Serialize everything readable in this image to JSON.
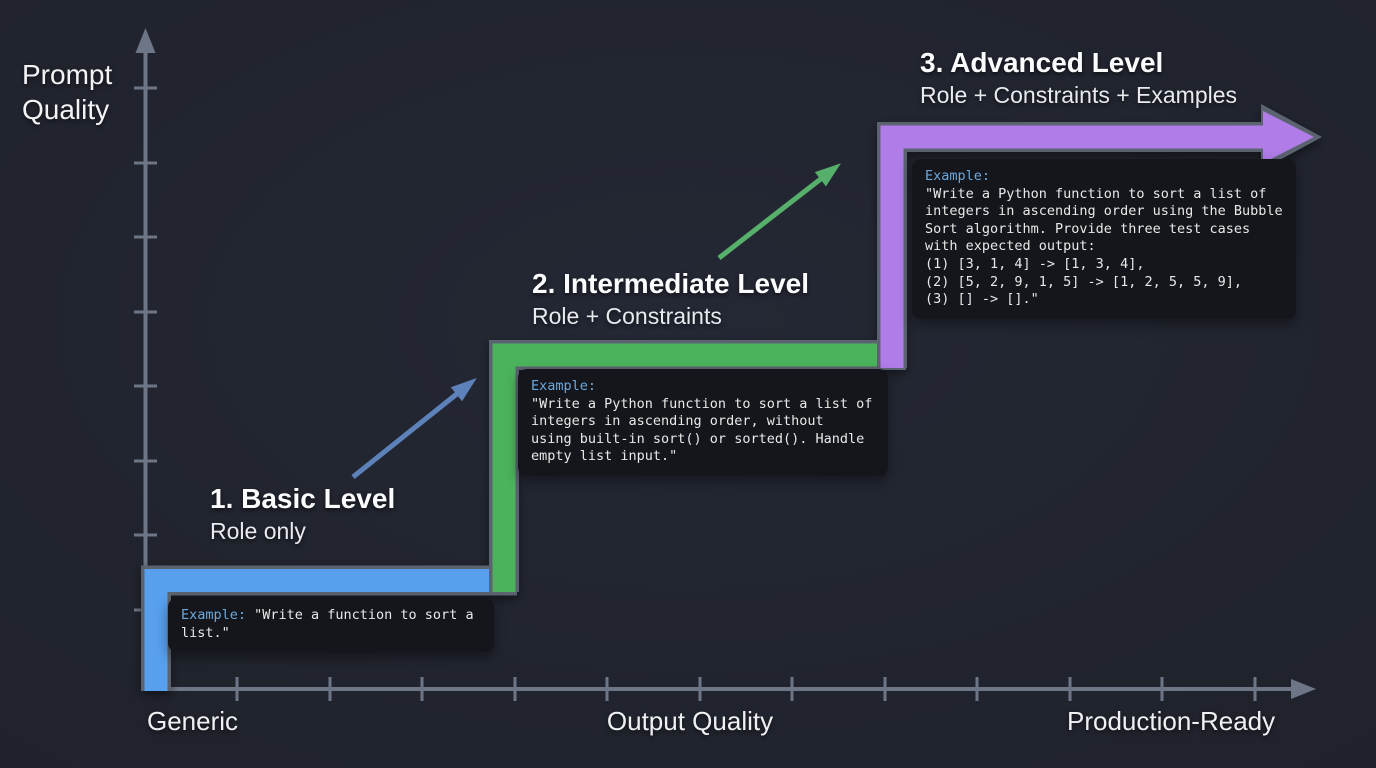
{
  "y_axis": {
    "label": "Prompt\nQuality"
  },
  "x_axis": {
    "label_left": "Generic",
    "label_center": "Output Quality",
    "label_right": "Production-Ready"
  },
  "levels": [
    {
      "title": "1. Basic Level",
      "subtitle": "Role only",
      "example_label": "Example:",
      "example_text": "\"Write a function to sort a\nlist.\"",
      "color": "#58a0ed"
    },
    {
      "title": "2. Intermediate Level",
      "subtitle": "Role + Constraints",
      "example_label": "Example:",
      "example_text": "\"Write a Python function to sort a list of\nintegers in ascending order, without\nusing built-in sort() or sorted(). Handle\nempty list input.\"",
      "color": "#4cb35c"
    },
    {
      "title": "3. Advanced Level",
      "subtitle": "Role + Constraints + Examples",
      "example_label": "Example:",
      "example_text": "\"Write a Python function to sort a list of\nintegers in ascending order using the Bubble\nSort algorithm. Provide three test cases\nwith expected output:\n(1) [3, 1, 4] -> [1, 3, 4],\n(2) [5, 2, 9, 1, 5] -> [1, 2, 5, 5, 9],\n(3) [] -> [].\"",
      "color": "#b07ce8"
    }
  ],
  "colors": {
    "background": "#21252e",
    "axis": "#6d7686",
    "bar_outline": "#5b636f",
    "basic_blue": "#58a0ed",
    "intermediate_green": "#4cb35c",
    "advanced_purple": "#b07ce8",
    "arrow_blue": "#5d82ba",
    "arrow_green": "#56b06b",
    "example_label_blue": "#6ba8dc",
    "code_text": "#e9e9e7"
  }
}
